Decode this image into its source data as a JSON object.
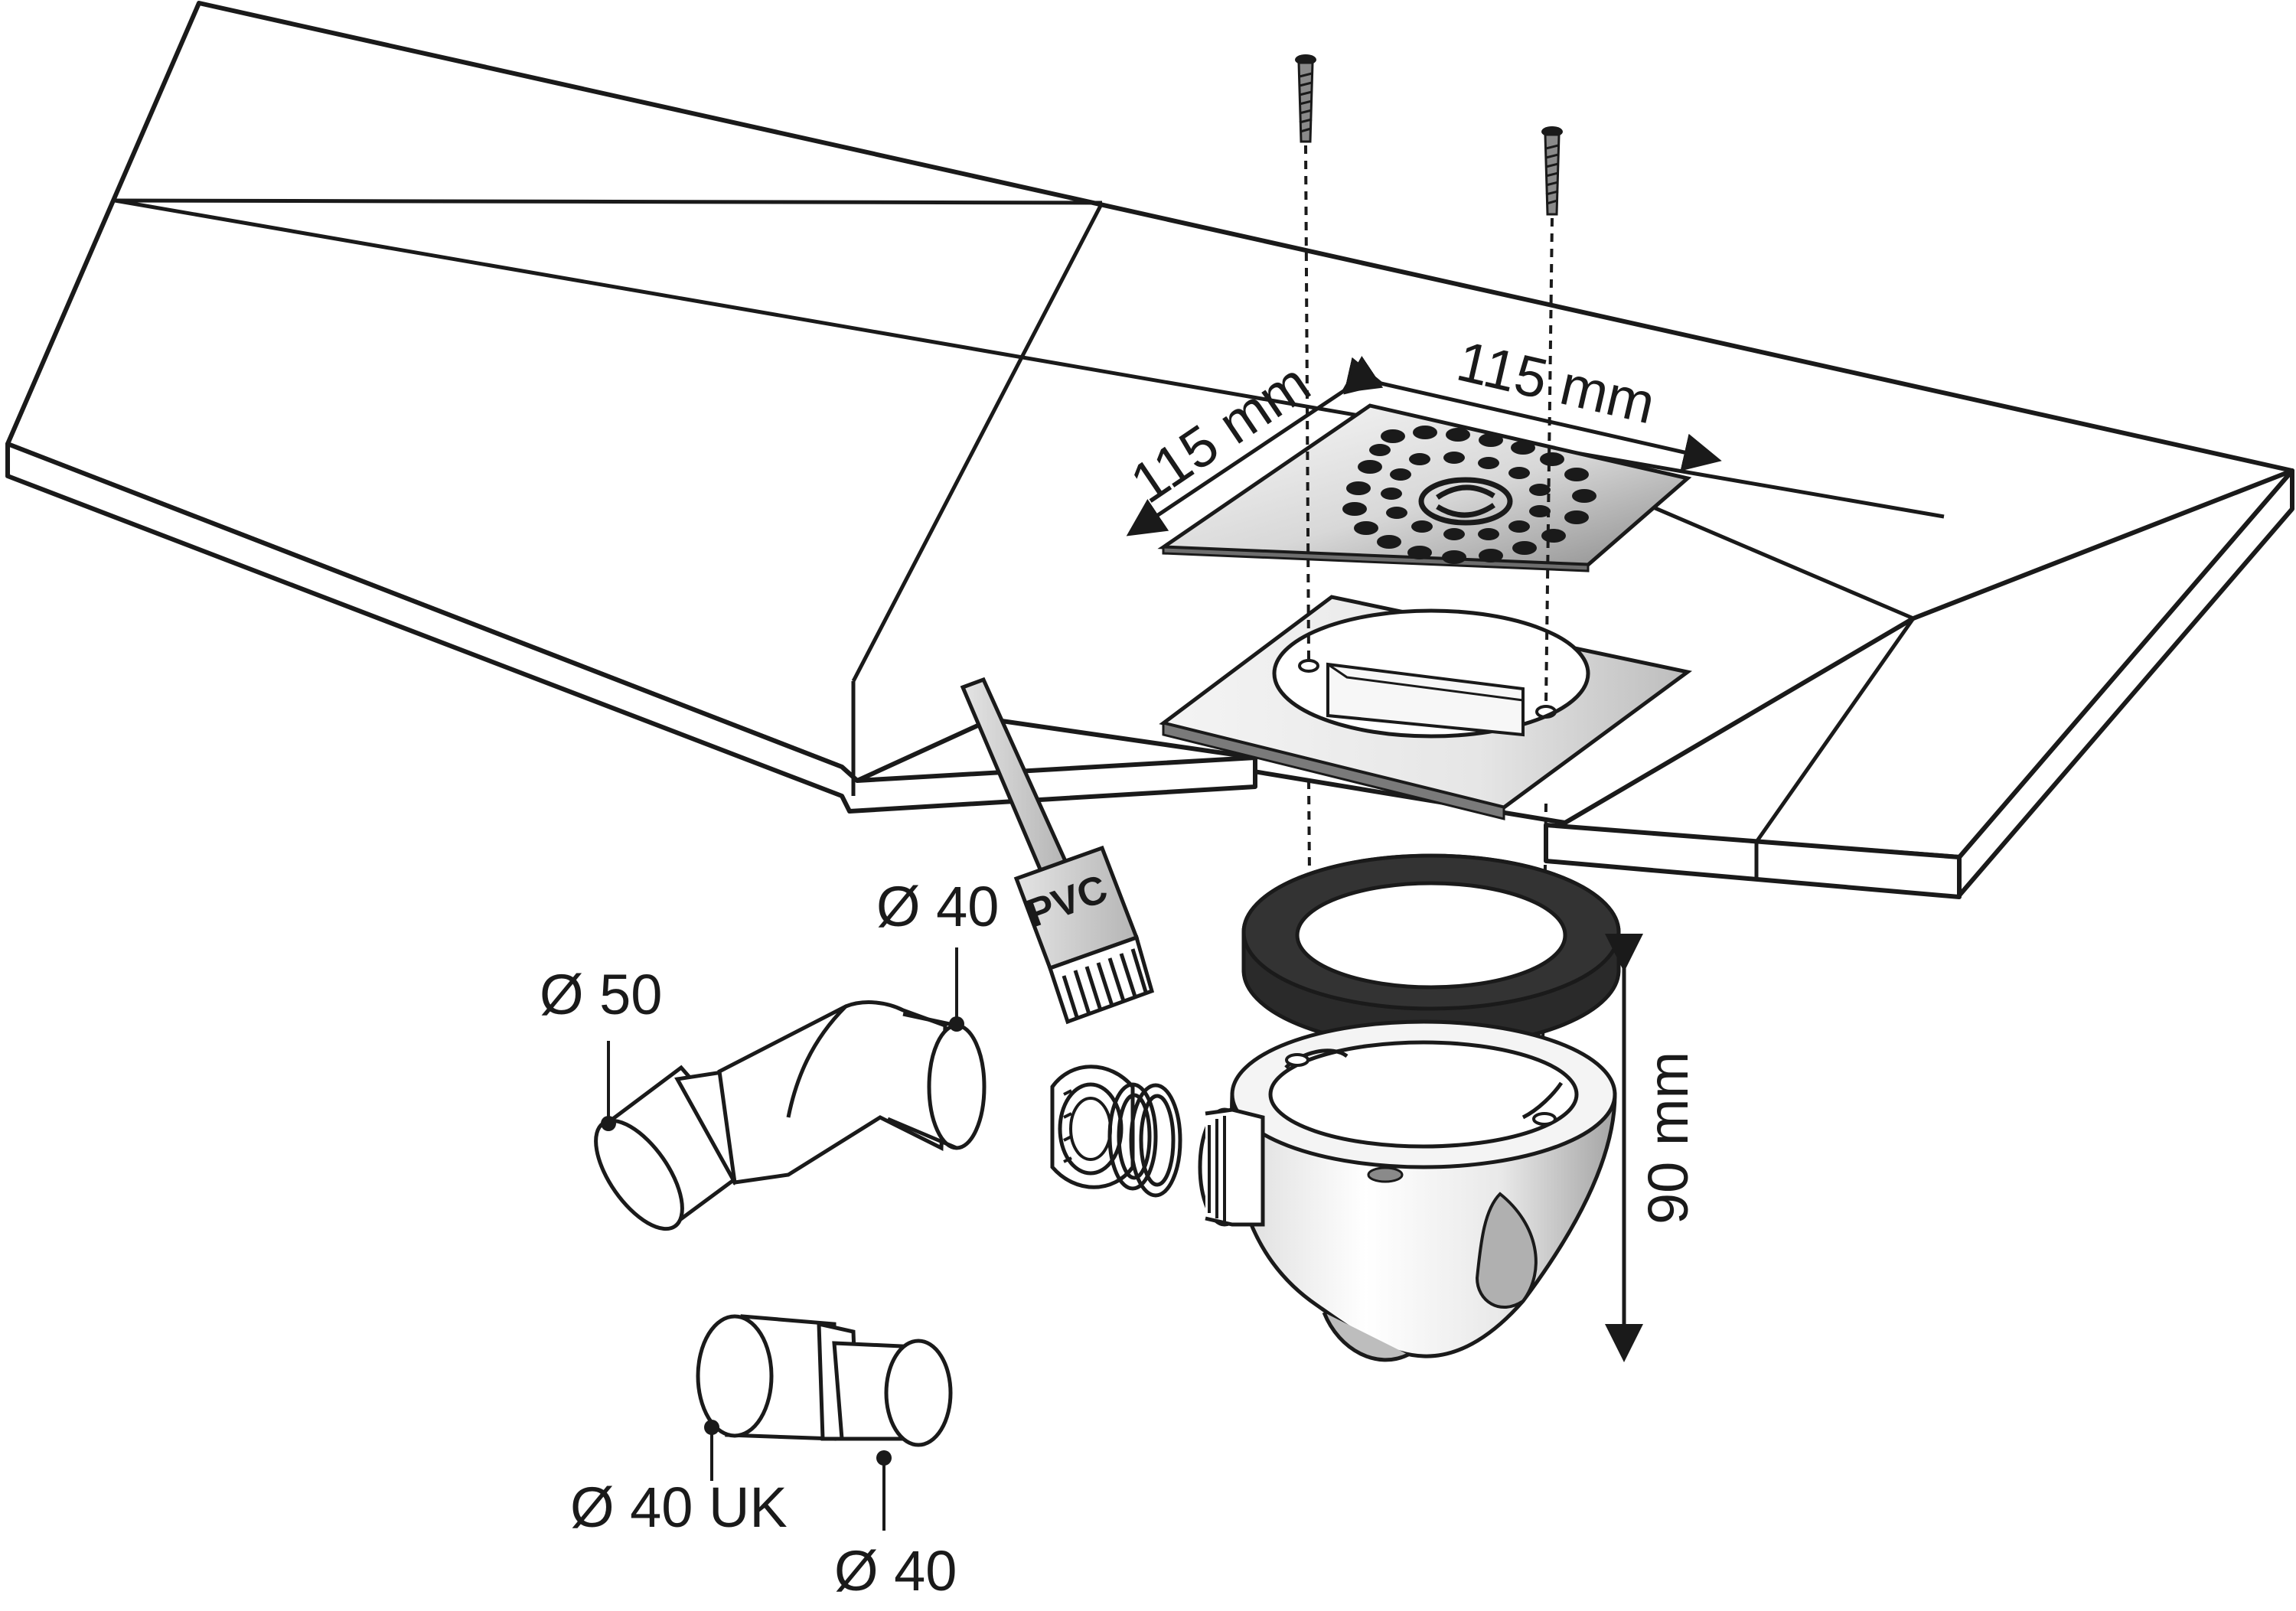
{
  "labels": {
    "dim_width_top": "115 mm",
    "dim_width_left": "115 mm",
    "dim_height": "90 mm",
    "brush_text": "PVC",
    "pipe_elbow_inlet": "Ø 40",
    "pipe_elbow_outlet": "Ø 50",
    "adapter_uk": "Ø 40 UK",
    "adapter_outlet": "Ø 40"
  },
  "colors": {
    "line": "#1a1a1a",
    "steel_light": "#f2f2f2",
    "steel_dark": "#9a9a9a",
    "gasket": "#2a2a2a",
    "brush_handle": "#cfcfcf"
  }
}
